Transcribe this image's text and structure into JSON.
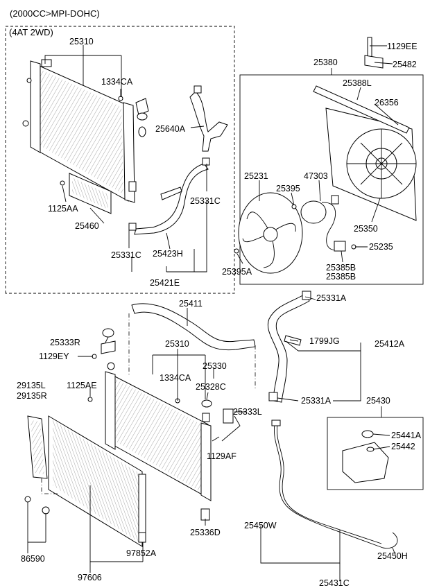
{
  "header": {
    "engine": "(2000CC>MPI-DOHC)",
    "variant": "(4AT 2WD)"
  },
  "labels": {
    "p25310_top": "25310",
    "p1334CA_top": "1334CA",
    "p25640A": "25640A",
    "p25331C_a": "25331C",
    "p1125AA": "1125AA",
    "p25460": "25460",
    "p25331C_b": "25331C",
    "p25423H": "25423H",
    "p25421E": "25421E",
    "p1129EE": "1129EE",
    "p25482": "25482",
    "p25380": "25380",
    "p25388L": "25388L",
    "p26356": "26356",
    "p25231": "25231",
    "p47303": "47303",
    "p25395": "25395",
    "p25350": "25350",
    "p25235": "25235",
    "p25395A": "25395A",
    "p25385B_a": "25385B",
    "p25385B_b": "25385B",
    "p25411": "25411",
    "p25331A_a": "25331A",
    "p25333R": "25333R",
    "p1129EY": "1129EY",
    "p25310_bot": "25310",
    "p1799JG": "1799JG",
    "p25412A": "25412A",
    "p25330": "25330",
    "p29135L": "29135L",
    "p29135R": "29135R",
    "p1125AE": "1125AE",
    "p1334CA_bot": "1334CA",
    "p25328C": "25328C",
    "p25331A_b": "25331A",
    "p25430": "25430",
    "p25333L": "25333L",
    "p25441A": "25441A",
    "p25442": "25442",
    "p1129AF": "1129AF",
    "p25450W": "25450W",
    "p25336D": "25336D",
    "p97852A": "97852A",
    "p86590": "86590",
    "p25450H": "25450H",
    "p97606": "97606",
    "p25431C": "25431C"
  }
}
